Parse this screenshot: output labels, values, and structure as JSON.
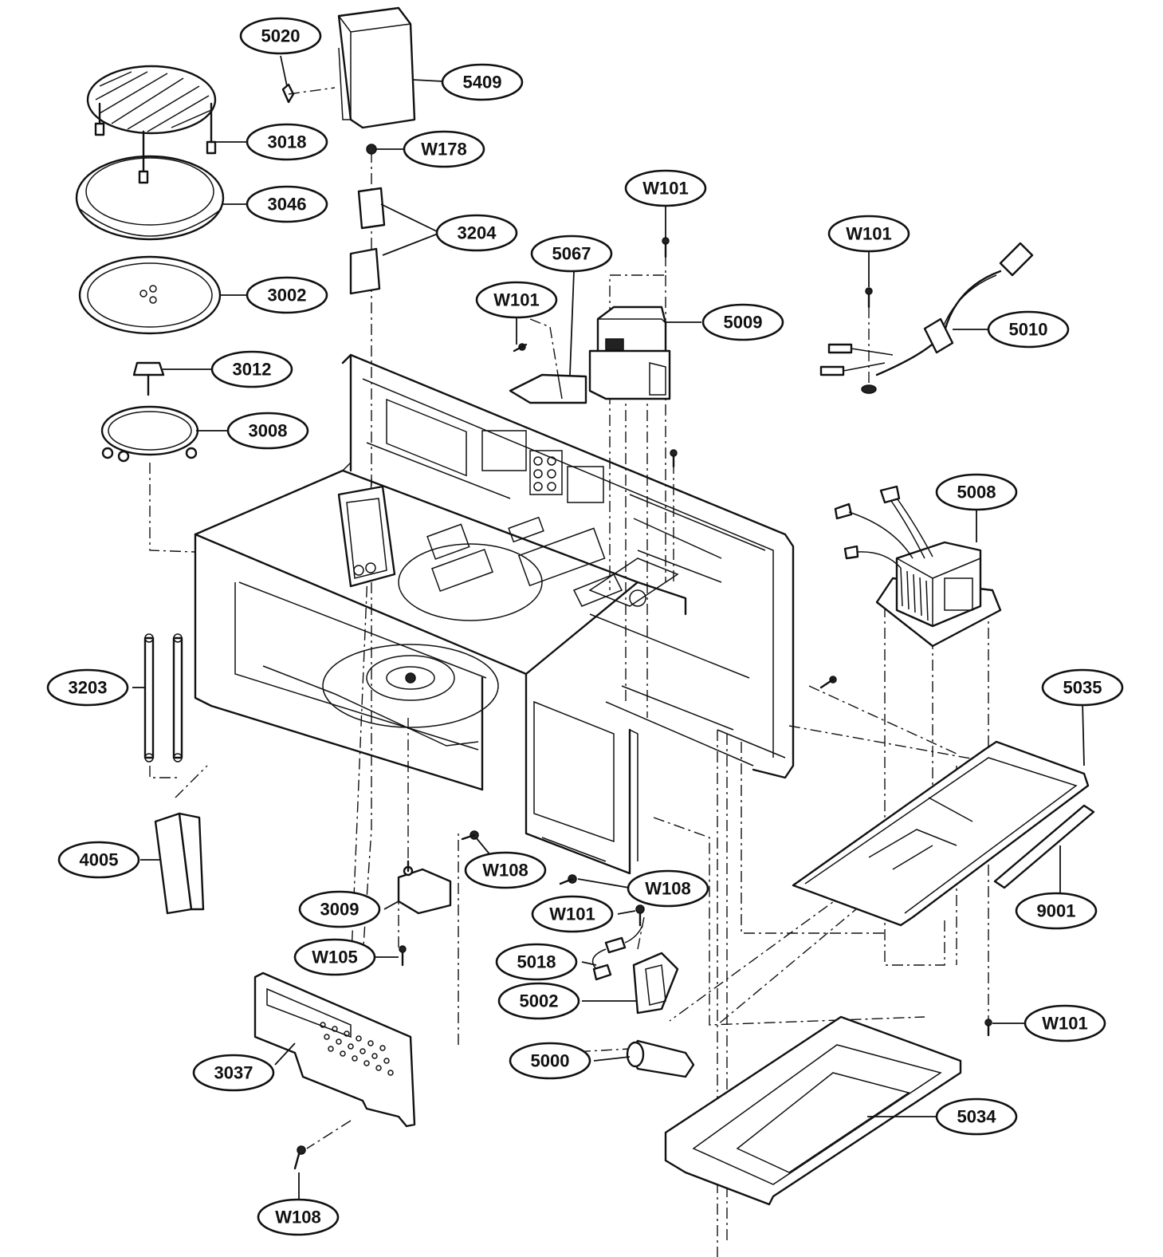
{
  "callouts": [
    {
      "id": "c-5020",
      "label": "5020"
    },
    {
      "id": "c-5409",
      "label": "5409"
    },
    {
      "id": "c-3018",
      "label": "3018"
    },
    {
      "id": "c-w178",
      "label": "W178"
    },
    {
      "id": "c-3046",
      "label": "3046"
    },
    {
      "id": "c-w101-a",
      "label": "W101"
    },
    {
      "id": "c-3204",
      "label": "3204"
    },
    {
      "id": "c-w101-b",
      "label": "W101"
    },
    {
      "id": "c-5067",
      "label": "5067"
    },
    {
      "id": "c-3002",
      "label": "3002"
    },
    {
      "id": "c-w101-c",
      "label": "W101"
    },
    {
      "id": "c-5009",
      "label": "5009"
    },
    {
      "id": "c-5010",
      "label": "5010"
    },
    {
      "id": "c-3012",
      "label": "3012"
    },
    {
      "id": "c-3008",
      "label": "3008"
    },
    {
      "id": "c-5008",
      "label": "5008"
    },
    {
      "id": "c-3203",
      "label": "3203"
    },
    {
      "id": "c-5035",
      "label": "5035"
    },
    {
      "id": "c-4005",
      "label": "4005"
    },
    {
      "id": "c-w108-a",
      "label": "W108"
    },
    {
      "id": "c-w108-b",
      "label": "W108"
    },
    {
      "id": "c-3009",
      "label": "3009"
    },
    {
      "id": "c-w101-d",
      "label": "W101"
    },
    {
      "id": "c-9001",
      "label": "9001"
    },
    {
      "id": "c-w105",
      "label": "W105"
    },
    {
      "id": "c-5018",
      "label": "5018"
    },
    {
      "id": "c-5002",
      "label": "5002"
    },
    {
      "id": "c-w101-e",
      "label": "W101"
    },
    {
      "id": "c-5000",
      "label": "5000"
    },
    {
      "id": "c-3037",
      "label": "3037"
    },
    {
      "id": "c-5034",
      "label": "5034"
    },
    {
      "id": "c-w108-c",
      "label": "W108"
    }
  ]
}
